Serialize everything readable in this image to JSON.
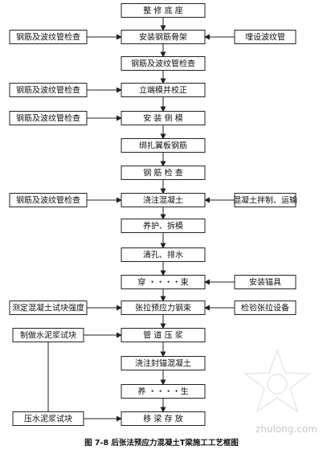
{
  "diagram": {
    "main_steps": [
      "整 修 底 座",
      "安装钢筋骨架",
      "钢筋及波纹管检查",
      "立端模并校正",
      "安 装 侧 模",
      "绑扎翼板钢筋",
      "钢 筋 检 查",
      "浇注混凝土",
      "养护、拆模",
      "清孔、排水",
      "穿 ・・・・束",
      "张拉预应力钢束",
      "管 道 压 浆",
      "浇注封锚混凝土",
      "养 ・・・・生",
      "移 梁 存 放"
    ],
    "left_checks": [
      {
        "label": "钢筋及波纹管检查",
        "target": 1
      },
      {
        "label": "钢筋及波纹管检查",
        "target": 3
      },
      {
        "label": "钢筋及波纹管检查",
        "target": 4
      },
      {
        "label": "钢筋及波纹管检查",
        "target": 7
      },
      {
        "label": "测定混凝土试块强度",
        "target": 11
      }
    ],
    "left_chain": {
      "top": "制做水泥浆试块",
      "bottom": "压水泥浆试块",
      "top_arrow_to": 12,
      "bottom_arrow_to": 15
    },
    "right_inputs": [
      {
        "label": "埋设波纹管",
        "target": 1
      },
      {
        "label": "混凝土拌制、运输",
        "target": 7
      },
      {
        "label": "安装锚具",
        "target": 10
      },
      {
        "label": "检验张拉设备",
        "target": 11
      }
    ]
  },
  "caption": "图 7-8  后张法预应力混凝土T梁施工工艺框图",
  "watermark": {
    "text": "zhulong.com"
  }
}
